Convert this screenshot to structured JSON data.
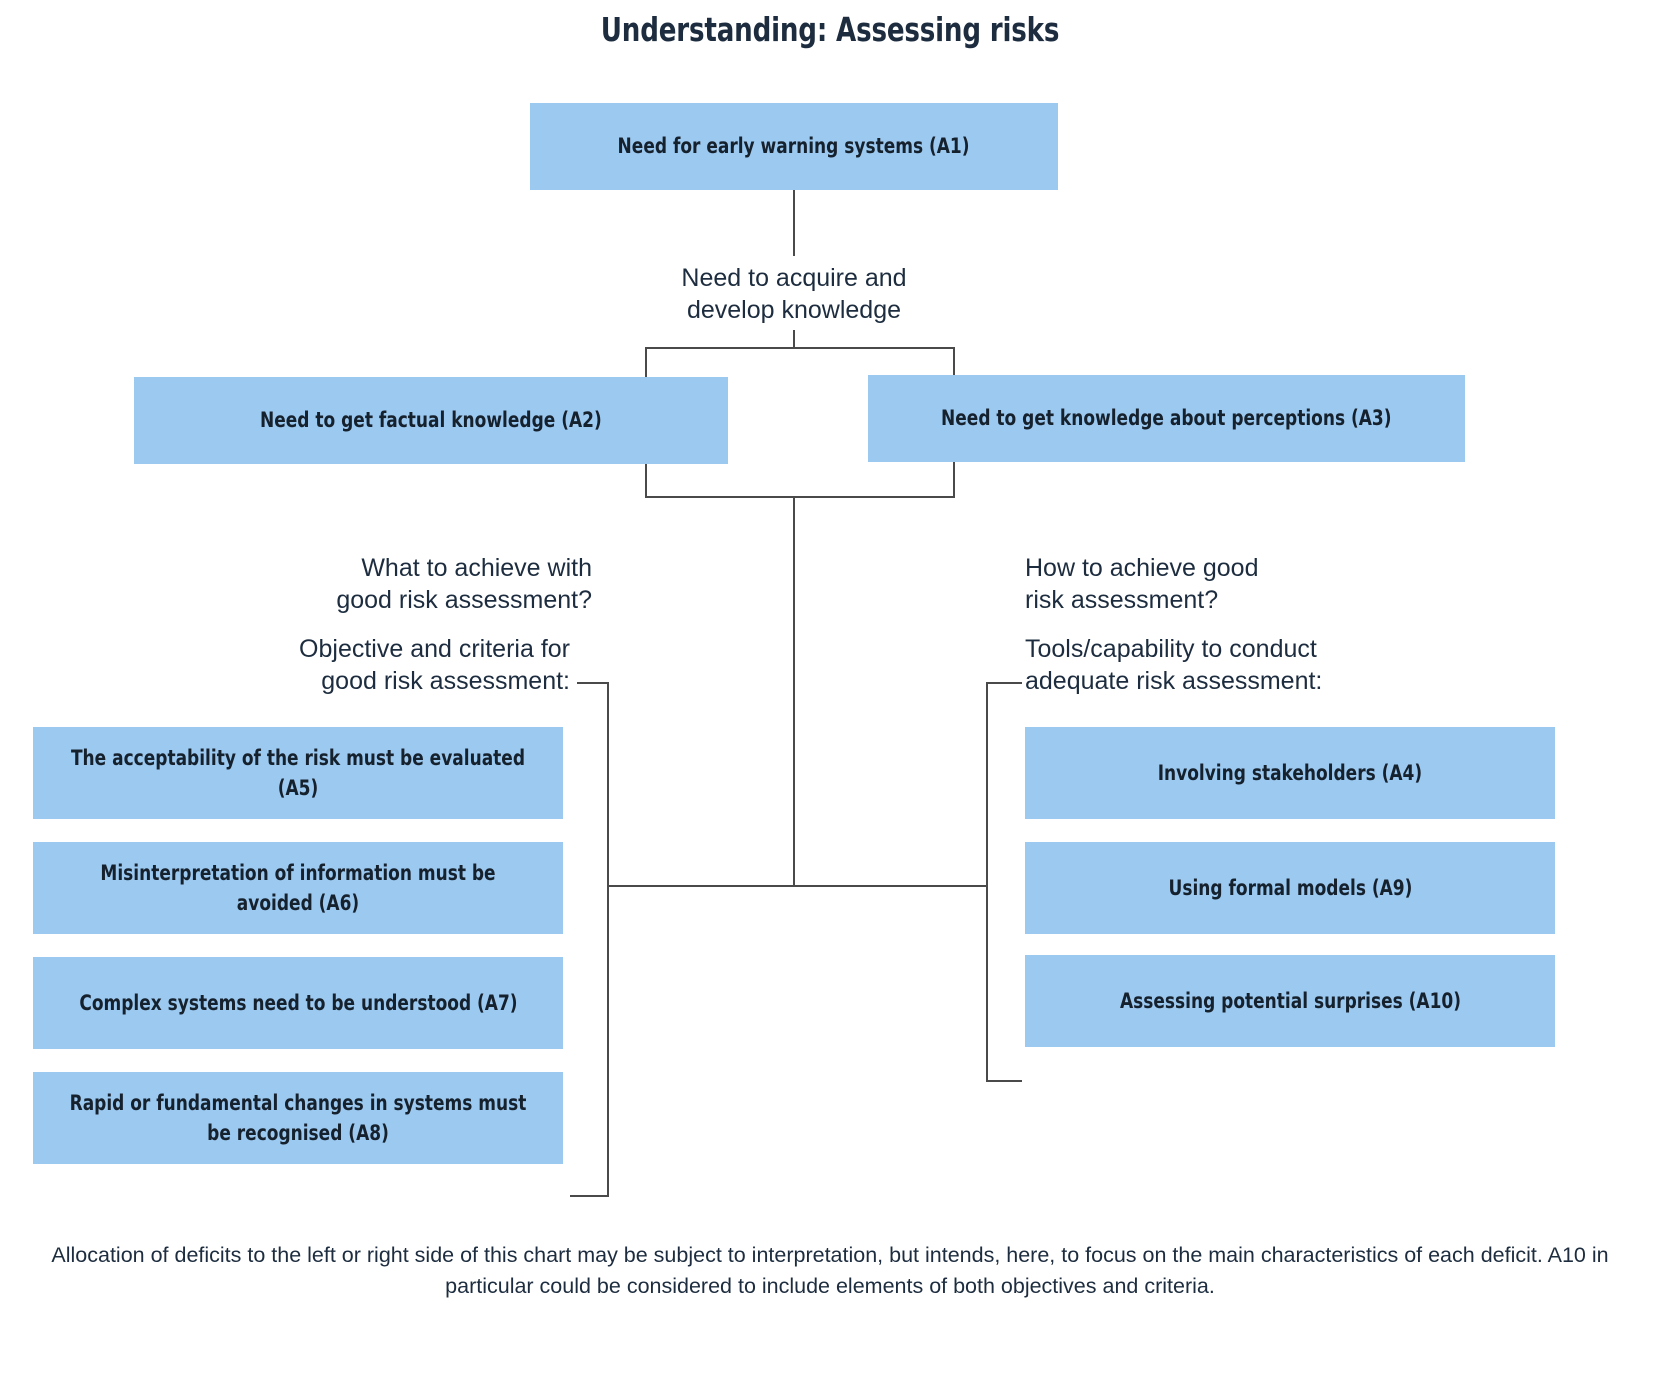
{
  "title": "Understanding: Assessing risks",
  "colors": {
    "box_fill": "#9cc9f0",
    "text": "#1d2d3f",
    "connector_line": "#4a4a4a",
    "background": "#ffffff"
  },
  "nodes": {
    "a1": "Need for early warning systems (A1)",
    "a2": "Need to get factual knowledge (A2)",
    "a3": "Need to get knowledge about perceptions (A3)",
    "a4": "Involving stakeholders (A4)",
    "a5": "The acceptability of the risk must be evaluated (A5)",
    "a6": "Misinterpretation of information must be avoided (A6)",
    "a7": "Complex systems need to be understood (A7)",
    "a8": "Rapid or fundamental changes in systems must be recognised (A8)",
    "a9": "Using formal models (A9)",
    "a10": "Assessing potential surprises (A10)"
  },
  "connector_labels": {
    "acquire": "Need to acquire and\ndevelop knowledge",
    "what_question": "What to achieve with\ngood risk assessment?",
    "objective_criteria": "Objective and criteria for\ngood risk assessment:",
    "how_question": "How to achieve good\nrisk assessment?",
    "tools_capability": "Tools/capability to conduct\nadequate risk assessment:"
  },
  "footer": "Allocation of deficits to the left or right side of this chart may be subject to interpretation, but intends, here, to focus on the main characteristics of each deficit. A10 in particular could be considered to include elements of both objectives and criteria.",
  "chart_data": {
    "type": "diagram",
    "title": "Understanding: Assessing risks",
    "nodes": [
      {
        "id": "A1",
        "label": "Need for early warning systems (A1)",
        "level": 0
      },
      {
        "id": "A2",
        "label": "Need to get factual knowledge (A2)",
        "level": 1
      },
      {
        "id": "A3",
        "label": "Need to get knowledge about perceptions (A3)",
        "level": 1
      },
      {
        "id": "A5",
        "label": "The acceptability of the risk must be evaluated (A5)",
        "level": 2,
        "side": "left"
      },
      {
        "id": "A6",
        "label": "Misinterpretation of information must be avoided (A6)",
        "level": 2,
        "side": "left"
      },
      {
        "id": "A7",
        "label": "Complex systems need to be understood (A7)",
        "level": 2,
        "side": "left"
      },
      {
        "id": "A8",
        "label": "Rapid or fundamental changes in systems must be recognised (A8)",
        "level": 2,
        "side": "left"
      },
      {
        "id": "A4",
        "label": "Involving stakeholders (A4)",
        "level": 2,
        "side": "right"
      },
      {
        "id": "A9",
        "label": "Using formal models (A9)",
        "level": 2,
        "side": "right"
      },
      {
        "id": "A10",
        "label": "Assessing potential surprises (A10)",
        "level": 2,
        "side": "right"
      }
    ],
    "edges": [
      {
        "from": "A1",
        "to": [
          "A2",
          "A3"
        ],
        "label": "Need to acquire and develop knowledge"
      },
      {
        "from": [
          "A2",
          "A3"
        ],
        "to": [
          "A5",
          "A6",
          "A7",
          "A8"
        ],
        "label": "What to achieve with good risk assessment? Objective and criteria for good risk assessment:"
      },
      {
        "from": [
          "A2",
          "A3"
        ],
        "to": [
          "A4",
          "A9",
          "A10"
        ],
        "label": "How to achieve good risk assessment? Tools/capability to conduct adequate risk assessment:"
      }
    ]
  }
}
